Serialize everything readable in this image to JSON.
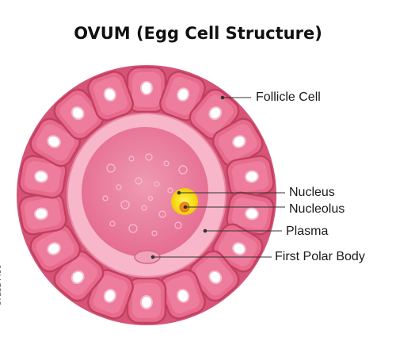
{
  "title": "OVUM (Egg Cell Structure)",
  "labels": {
    "follicle_cell": "Follicle Cell",
    "nucleus": "Nucleus",
    "nucleolus": "Nucleolus",
    "plasma": "Plasma",
    "first_polar_body": "First Polar Body"
  },
  "stock_id": "872524456",
  "colors": {
    "follicle_fill": "#e86b8e",
    "follicle_outline": "#c2405f",
    "follicle_nucleus": "#ffffff",
    "zona": "#f6b2c6",
    "cytoplasm": "#f08fae",
    "nucleus_yellow": "#f7e21b",
    "nucleolus_orange": "#f08a1d"
  }
}
